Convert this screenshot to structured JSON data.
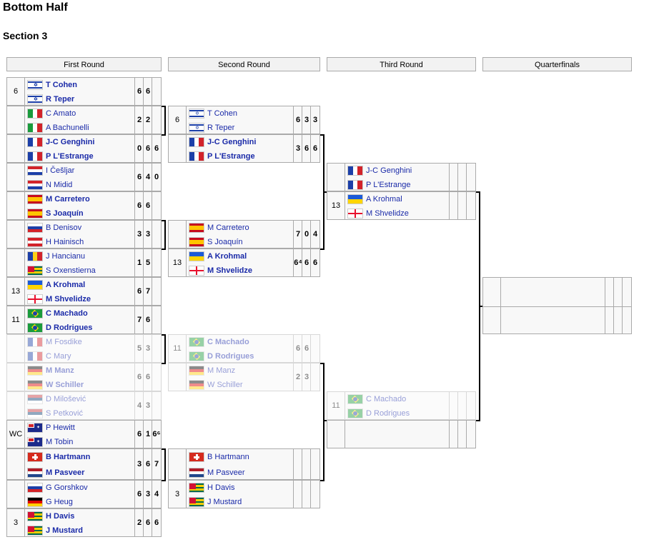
{
  "title": "Bottom Half",
  "section": "Section 3",
  "rounds": [
    "First Round",
    "Second Round",
    "Third Round",
    "Quarterfinals"
  ],
  "r1": [
    {
      "seed": "6",
      "p": [
        {
          "name": "T Cohen",
          "flag": "ISR",
          "w": true
        },
        {
          "name": "R Teper",
          "flag": "ISR",
          "w": true
        }
      ],
      "s": [
        [
          "6",
          "6",
          ""
        ],
        [
          "",
          "",
          " "
        ]
      ]
    },
    {
      "seed": "",
      "p": [
        {
          "name": "C Amato",
          "flag": "ITA"
        },
        {
          "name": "A Bachunelli",
          "flag": "ITA"
        }
      ],
      "s": [
        [
          "2",
          "2",
          ""
        ]
      ]
    },
    {
      "seed": "",
      "p": [
        {
          "name": "J-C Genghini",
          "flag": "FRA",
          "w": true
        },
        {
          "name": "P L'Estrange",
          "flag": "FRA",
          "w": true
        }
      ],
      "s": [
        [
          "0",
          "6",
          "6"
        ]
      ]
    },
    {
      "seed": "",
      "p": [
        {
          "name": "I Češljar",
          "flag": "CRO"
        },
        {
          "name": "N Midid",
          "flag": "CRO"
        }
      ],
      "s": [
        [
          "6",
          "4",
          "0"
        ]
      ]
    },
    {
      "seed": "",
      "p": [
        {
          "name": "M Carretero",
          "flag": "ESP",
          "w": true
        },
        {
          "name": "S Joaquín",
          "flag": "ESP",
          "w": true
        }
      ],
      "s": [
        [
          "6",
          "6",
          ""
        ]
      ]
    },
    {
      "seed": "",
      "p": [
        {
          "name": "B Denisov",
          "flag": "RUS"
        },
        {
          "name": "H Hainisch",
          "flag": "AUT"
        }
      ],
      "s": [
        [
          "3",
          "3",
          ""
        ]
      ]
    },
    {
      "seed": "",
      "p": [
        {
          "name": "J Hancianu",
          "flag": "ROU"
        },
        {
          "name": "S Oxenstierna",
          "flag": "TOG"
        }
      ],
      "s": [
        [
          "1",
          "5",
          ""
        ]
      ]
    },
    {
      "seed": "13",
      "p": [
        {
          "name": "A Krohmal",
          "flag": "UKR",
          "w": true
        },
        {
          "name": "M Shvelidze",
          "flag": "GEO",
          "w": true
        }
      ],
      "s": [
        [
          "6",
          "7",
          ""
        ]
      ]
    },
    {
      "seed": "11",
      "p": [
        {
          "name": "C Machado",
          "flag": "BRA",
          "w": true
        },
        {
          "name": "D Rodrigues",
          "flag": "BRA",
          "w": true
        }
      ],
      "s": [
        [
          "7",
          "6",
          ""
        ]
      ]
    },
    {
      "seed": "",
      "p": [
        {
          "name": "M Fosdike",
          "flag": "FRA"
        },
        {
          "name": "C Mary",
          "flag": "FRA"
        }
      ],
      "s": [
        [
          "5",
          "3",
          ""
        ]
      ]
    },
    {
      "seed": "",
      "p": [
        {
          "name": "M Manz",
          "flag": "GER",
          "w": true
        },
        {
          "name": "W Schiller",
          "flag": "GER",
          "w": true
        }
      ],
      "s": [
        [
          "6",
          "6",
          ""
        ]
      ]
    },
    {
      "seed": "",
      "p": [
        {
          "name": "D Milošević",
          "flag": "SRB"
        },
        {
          "name": "S Petković",
          "flag": "SRB"
        }
      ],
      "s": [
        [
          "4",
          "3",
          ""
        ]
      ]
    },
    {
      "seed": "WC",
      "p": [
        {
          "name": "P Hewitt",
          "flag": "AUS"
        },
        {
          "name": "M Tobin",
          "flag": "AUS"
        }
      ],
      "s": [
        [
          "6",
          "1",
          "6⁶"
        ]
      ]
    },
    {
      "seed": "",
      "p": [
        {
          "name": "B Hartmann",
          "flag": "SUI",
          "w": true
        },
        {
          "name": "M Pasveer",
          "flag": "NED",
          "w": true
        }
      ],
      "s": [
        [
          "3",
          "6",
          "7"
        ]
      ]
    },
    {
      "seed": "",
      "p": [
        {
          "name": "G Gorshkov",
          "flag": "RUS"
        },
        {
          "name": "G Heug",
          "flag": "GER"
        }
      ],
      "s": [
        [
          "6",
          "3",
          "4"
        ]
      ]
    },
    {
      "seed": "3",
      "p": [
        {
          "name": "H Davis",
          "flag": "TOG",
          "w": true
        },
        {
          "name": "J Mustard",
          "flag": "TOG",
          "w": true
        }
      ],
      "s": [
        [
          "2",
          "6",
          "6"
        ]
      ]
    }
  ],
  "r2": [
    {
      "seed": "6",
      "p": [
        {
          "name": "T Cohen",
          "flag": "ISR"
        },
        {
          "name": "R Teper",
          "flag": "ISR"
        }
      ],
      "s": [
        "6",
        "3",
        "3"
      ]
    },
    {
      "seed": "",
      "p": [
        {
          "name": "J-C Genghini",
          "flag": "FRA",
          "w": true
        },
        {
          "name": "P L'Estrange",
          "flag": "FRA",
          "w": true
        }
      ],
      "s": [
        "3",
        "6",
        "6"
      ]
    },
    {
      "seed": "",
      "p": [
        {
          "name": "M Carretero",
          "flag": "ESP"
        },
        {
          "name": "S Joaquín",
          "flag": "ESP"
        }
      ],
      "s": [
        "7",
        "0",
        "4"
      ]
    },
    {
      "seed": "13",
      "p": [
        {
          "name": "A Krohmal",
          "flag": "UKR",
          "w": true
        },
        {
          "name": "M Shvelidze",
          "flag": "GEO",
          "w": true
        }
      ],
      "s": [
        "6⁴",
        "6",
        "6"
      ]
    },
    {
      "seed": "11",
      "p": [
        {
          "name": "C Machado",
          "flag": "BRA",
          "w": true
        },
        {
          "name": "D Rodrigues",
          "flag": "BRA",
          "w": true
        }
      ],
      "s": [
        "6",
        "6",
        ""
      ]
    },
    {
      "seed": "",
      "p": [
        {
          "name": "M Manz",
          "flag": "GER"
        },
        {
          "name": "W Schiller",
          "flag": "GER"
        }
      ],
      "s": [
        "2",
        "3",
        ""
      ]
    },
    {
      "seed": "",
      "p": [
        {
          "name": "B Hartmann",
          "flag": "SUI"
        },
        {
          "name": "M Pasveer",
          "flag": "NED"
        }
      ],
      "s": [
        "",
        "",
        ""
      ]
    },
    {
      "seed": "3",
      "p": [
        {
          "name": "H Davis",
          "flag": "TOG"
        },
        {
          "name": "J Mustard",
          "flag": "TOG"
        }
      ],
      "s": [
        "",
        "",
        ""
      ]
    }
  ],
  "r3": [
    {
      "seed": "",
      "p": [
        {
          "name": "J-C Genghini",
          "flag": "FRA"
        },
        {
          "name": "P L'Estrange",
          "flag": "FRA"
        }
      ]
    },
    {
      "seed": "13",
      "p": [
        {
          "name": "A Krohmal",
          "flag": "UKR"
        },
        {
          "name": "M Shvelidze",
          "flag": "GEO"
        }
      ]
    },
    {
      "seed": "11",
      "p": [
        {
          "name": "C Machado",
          "flag": "BRA"
        },
        {
          "name": "D Rodrigues",
          "flag": "BRA"
        }
      ]
    },
    {
      "seed": "",
      "p": [
        {
          "name": "",
          "flag": ""
        },
        {
          "name": "",
          "flag": ""
        }
      ]
    }
  ]
}
